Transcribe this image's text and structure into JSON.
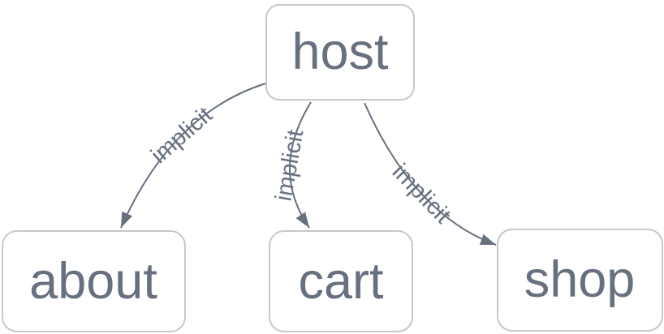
{
  "diagram": {
    "type": "graph",
    "nodes": [
      {
        "id": "host",
        "label": "host"
      },
      {
        "id": "about",
        "label": "about"
      },
      {
        "id": "cart",
        "label": "cart"
      },
      {
        "id": "shop",
        "label": "shop"
      }
    ],
    "edges": [
      {
        "from": "host",
        "to": "about",
        "label": "implicit"
      },
      {
        "from": "host",
        "to": "cart",
        "label": "implicit"
      },
      {
        "from": "host",
        "to": "shop",
        "label": "implicit"
      }
    ],
    "colors": {
      "background": "#ffffff",
      "node_fill": "#ffffff",
      "node_border": "#c6c7ca",
      "text": "#66707f",
      "edge": "#66707f"
    }
  }
}
